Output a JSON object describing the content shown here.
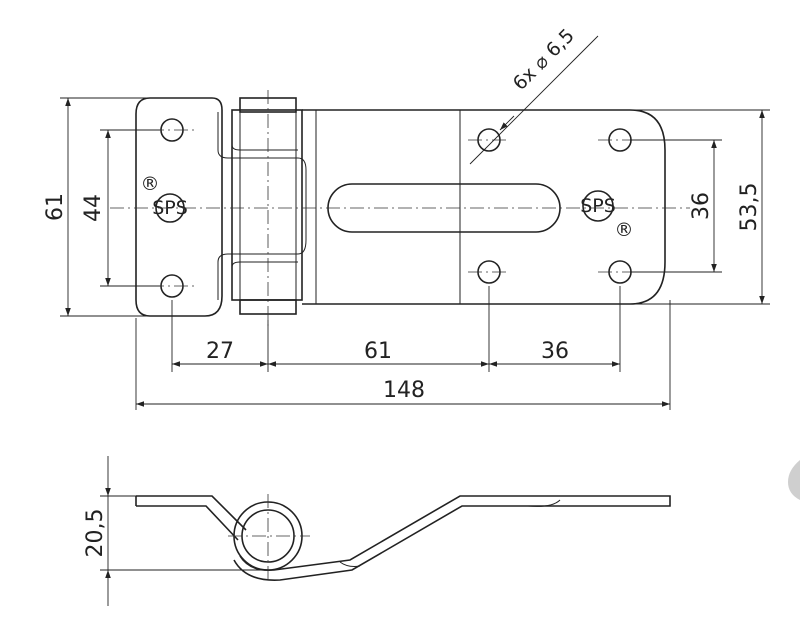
{
  "drawing": {
    "holes_callout": "6x ⌀ 6,5",
    "dimensions": {
      "overall_height": "61",
      "outer_hole_spacing": "44",
      "inner_hole_spacing": "36",
      "right_height": "53,5",
      "left_offset": "27",
      "middle_span": "61",
      "right_span": "36",
      "overall_length": "148",
      "side_height": "20,5"
    },
    "logo_text": "SPS",
    "registered_mark": "®"
  }
}
